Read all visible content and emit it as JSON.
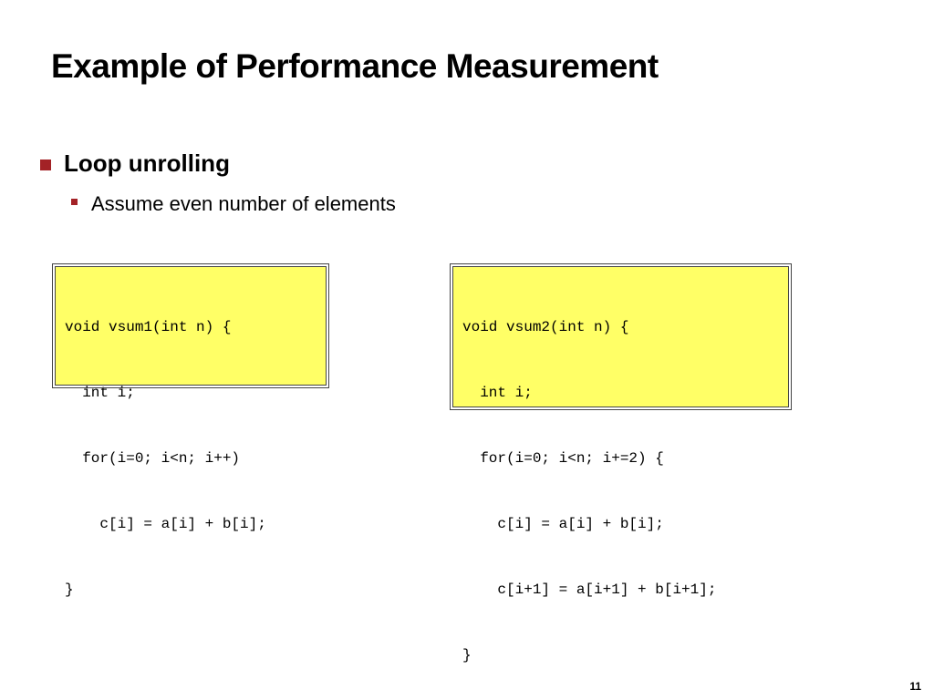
{
  "slide": {
    "title": "Example of Performance Measurement",
    "bullet_level1": "Loop unrolling",
    "bullet_level2": "Assume even number of elements",
    "page_number": "11",
    "accent_color": "#a32226",
    "code_bg_color": "#ffff66"
  },
  "code1": {
    "lines": [
      "void vsum1(int n) {",
      "  int i;",
      "  for(i=0; i<n; i++)",
      "    c[i] = a[i] + b[i];",
      "}"
    ]
  },
  "code2": {
    "lines": [
      "void vsum2(int n) {",
      "  int i;",
      "  for(i=0; i<n; i+=2) {",
      "    c[i] = a[i] + b[i];",
      "    c[i+1] = a[i+1] + b[i+1];",
      "}"
    ]
  }
}
